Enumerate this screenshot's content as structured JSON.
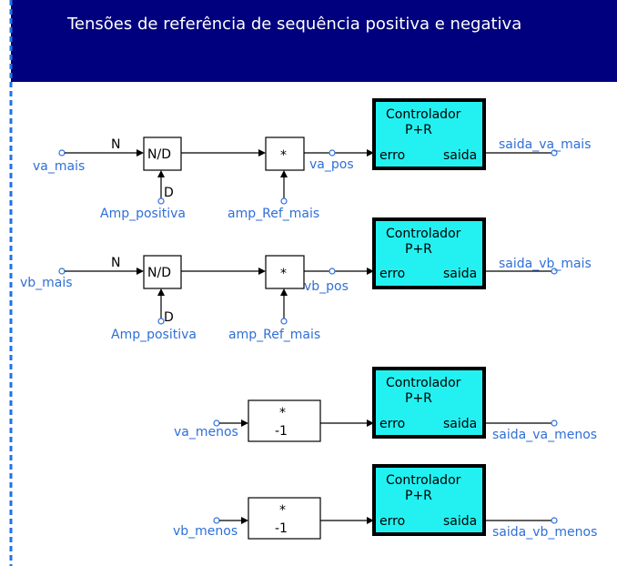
{
  "header": {
    "title": "Tensões de referência de sequência positiva e negativa"
  },
  "colors": {
    "header_bg": "#00007e",
    "controller_fill": "#23f1f1",
    "label_blue": "#2f6fd8",
    "border_dash": "#1e73e8"
  },
  "controller": {
    "title_line1": "Controlador",
    "title_line2": "P+R",
    "in_label": "erro",
    "out_label": "saida"
  },
  "divider": {
    "label": "N/D",
    "num": "N",
    "den": "D"
  },
  "multiplier": {
    "symbol": "*",
    "gain": "-1"
  },
  "rows": [
    {
      "input": "va_mais",
      "amp": "Amp_positiva",
      "ref": "amp_Ref_mais",
      "mid": "va_pos",
      "output": "saida_va_mais"
    },
    {
      "input": "vb_mais",
      "amp": "Amp_positiva",
      "ref": "amp_Ref_mais",
      "mid": "vb_pos",
      "output": "saida_vb_mais"
    },
    {
      "input": "va_menos",
      "output": "saida_va_menos"
    },
    {
      "input": "vb_menos",
      "output": "saida_vb_menos"
    }
  ]
}
